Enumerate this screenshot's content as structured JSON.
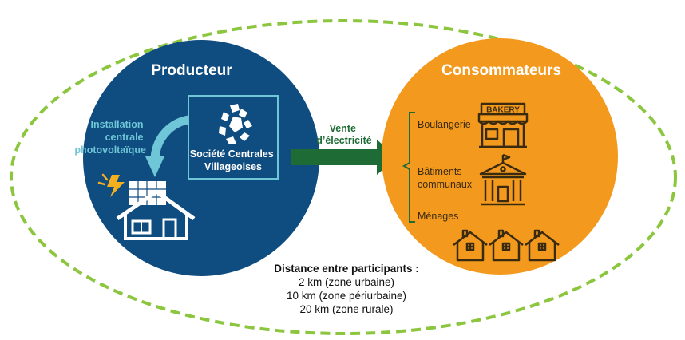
{
  "producer": {
    "title": "Producteur",
    "installation_lines": [
      "Installation",
      "centrale",
      "photovoltaïque"
    ],
    "company_lines": [
      "Société Centrales",
      "Villageoises"
    ]
  },
  "arrow": {
    "label_lines": [
      "Vente",
      "d’électricité"
    ]
  },
  "consumers": {
    "title": "Consommateurs",
    "items": [
      {
        "label_lines": [
          "Boulangerie"
        ],
        "icon": "bakery-icon",
        "sign": "BAKERY"
      },
      {
        "label_lines": [
          "Bâtiments",
          "communaux"
        ],
        "icon": "town-hall-icon"
      },
      {
        "label_lines": [
          "Ménages"
        ],
        "icon": "houses-icon"
      }
    ]
  },
  "distance": {
    "title": "Distance entre participants :",
    "lines": [
      "2 km (zone urbaine)",
      "10 km (zone périurbaine)",
      "20 km (zone rurale)"
    ]
  },
  "colors": {
    "producer_circle": "#0f4c80",
    "consumer_circle": "#f39a1e",
    "dashed_ellipse": "#8cc63f",
    "arrow": "#1e6b35",
    "teal_accent": "#6ec6d6",
    "icon_stroke": "#3a2a10",
    "bolt": "#f2b01e"
  }
}
